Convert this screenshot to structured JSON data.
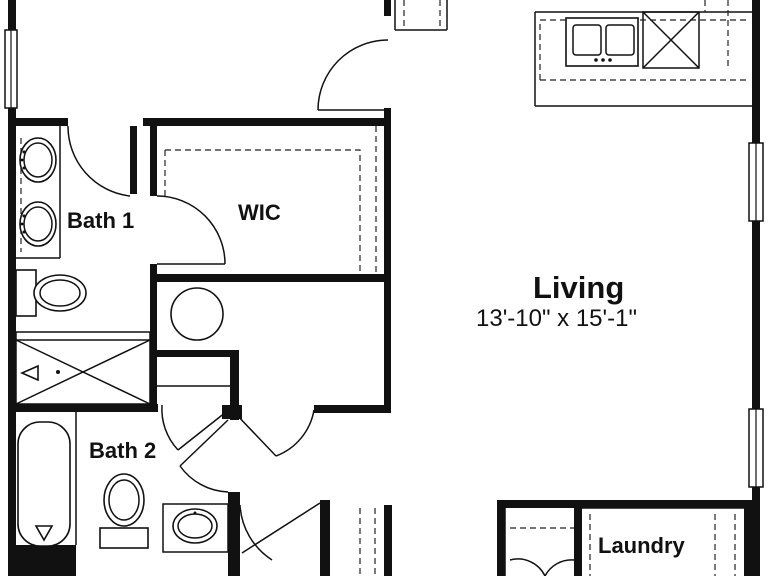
{
  "rooms": {
    "bath1": {
      "name": "Bath 1"
    },
    "wic": {
      "name": "WIC"
    },
    "living": {
      "name": "Living",
      "dimensions": "13'-10\" x 15'-1\""
    },
    "bath2": {
      "name": "Bath 2"
    },
    "laundry": {
      "name": "Laundry"
    }
  },
  "colors": {
    "wall": "#111111",
    "background": "#ffffff"
  }
}
